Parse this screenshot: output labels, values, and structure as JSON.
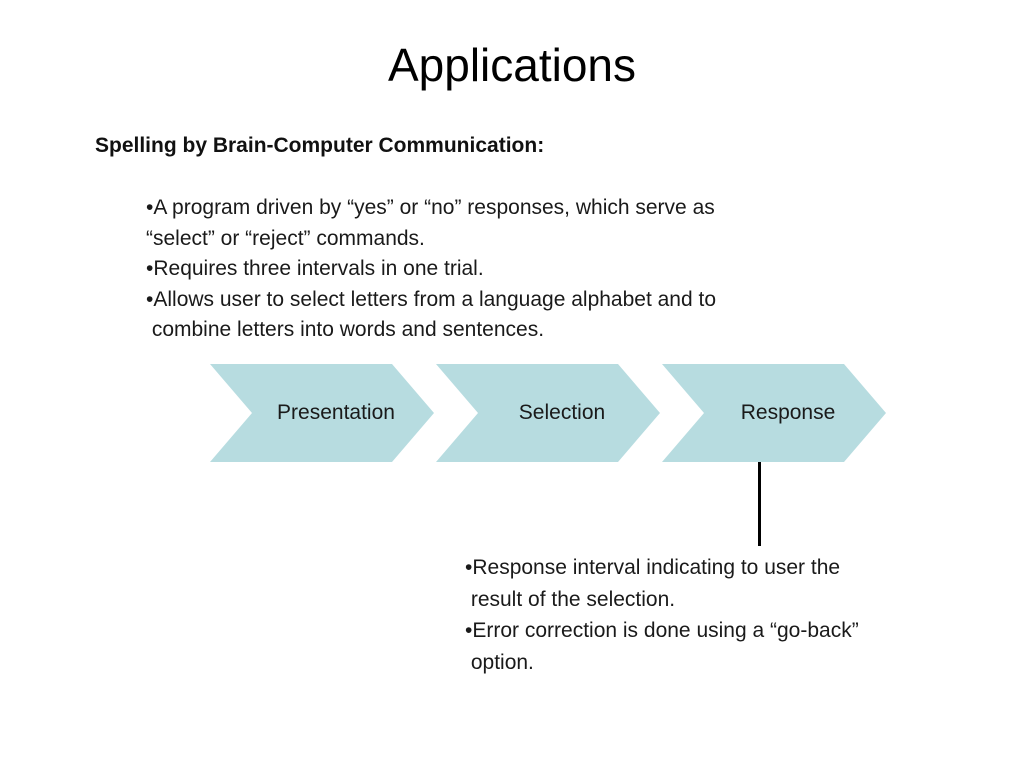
{
  "slide": {
    "title": "Applications",
    "heading": "Spelling by Brain-Computer Communication:",
    "bullets": {
      "lines": [
        "•A program driven by “yes” or “no” responses, which serve as",
        "“select” or “reject” commands.",
        "•Requires three intervals in one trial.",
        "•Allows user to select letters from a language alphabet and to",
        " combine letters into words and sentences."
      ]
    },
    "flow": {
      "steps": [
        {
          "label": "Presentation"
        },
        {
          "label": "Selection"
        },
        {
          "label": "Response"
        }
      ]
    },
    "callout": {
      "lines": [
        "•Response interval indicating to user the",
        " result of the selection.",
        "•Error correction is done using a “go-back”",
        " option."
      ]
    },
    "colors": {
      "background": "#ffffff",
      "chevron_fill": "#b7dce0",
      "text": "#1a1a1a"
    }
  }
}
